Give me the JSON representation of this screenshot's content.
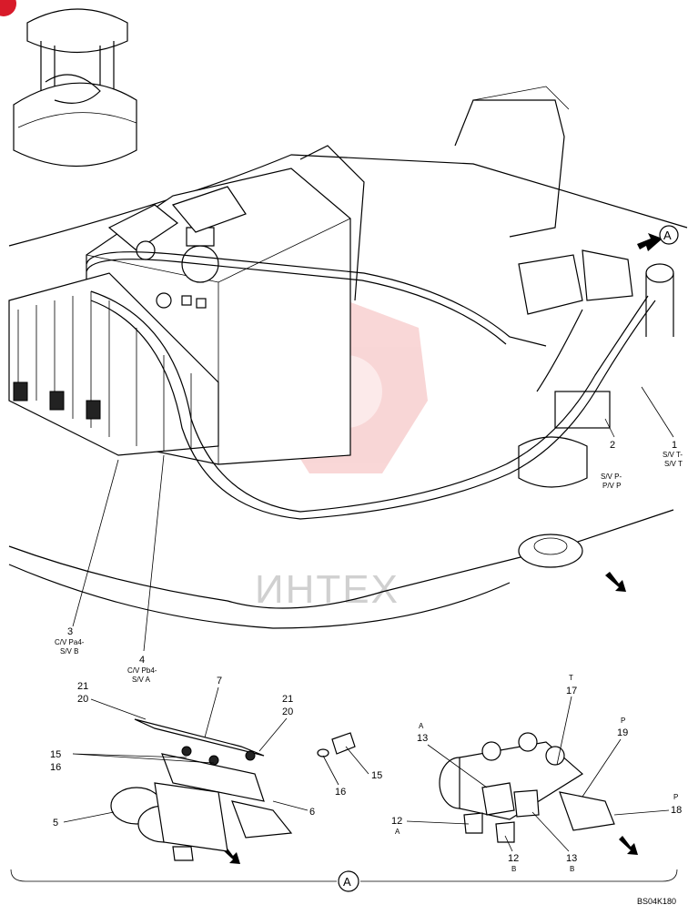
{
  "figure_code": "BS04K180",
  "view_marker": "A",
  "watermark": "ИНТЕХ",
  "callouts": {
    "c1": {
      "num": "1",
      "sub1": "S/V T-",
      "sub2": "S/V T"
    },
    "c2": {
      "num": "2",
      "sub1": "S/V P-",
      "sub2": "P/V P"
    },
    "c3": {
      "num": "3",
      "sub1": "C/V Pa4-",
      "sub2": "S/V B"
    },
    "c4": {
      "num": "4",
      "sub1": "C/V Pb4-",
      "sub2": "S/V A"
    }
  },
  "detail_left": {
    "n21": "21",
    "n20": "20",
    "n7": "7",
    "n21b": "21",
    "n20b": "20",
    "n15": "15",
    "n16": "16",
    "n15b": "15",
    "n16b": "16",
    "n5": "5",
    "n6": "6"
  },
  "detail_right": {
    "n13a_letter": "A",
    "n13a": "13",
    "n17_letter": "T",
    "n17": "17",
    "n19_letter": "P",
    "n19": "19",
    "n18_letter": "P",
    "n18": "18",
    "n12a": "12",
    "n12a_letter": "A",
    "n12b": "12",
    "n12b_letter": "B",
    "n13b": "13",
    "n13b_letter": "B"
  },
  "colors": {
    "badge": "#d81b2a",
    "watermark": "#f4b6b6",
    "line": "#000000"
  }
}
